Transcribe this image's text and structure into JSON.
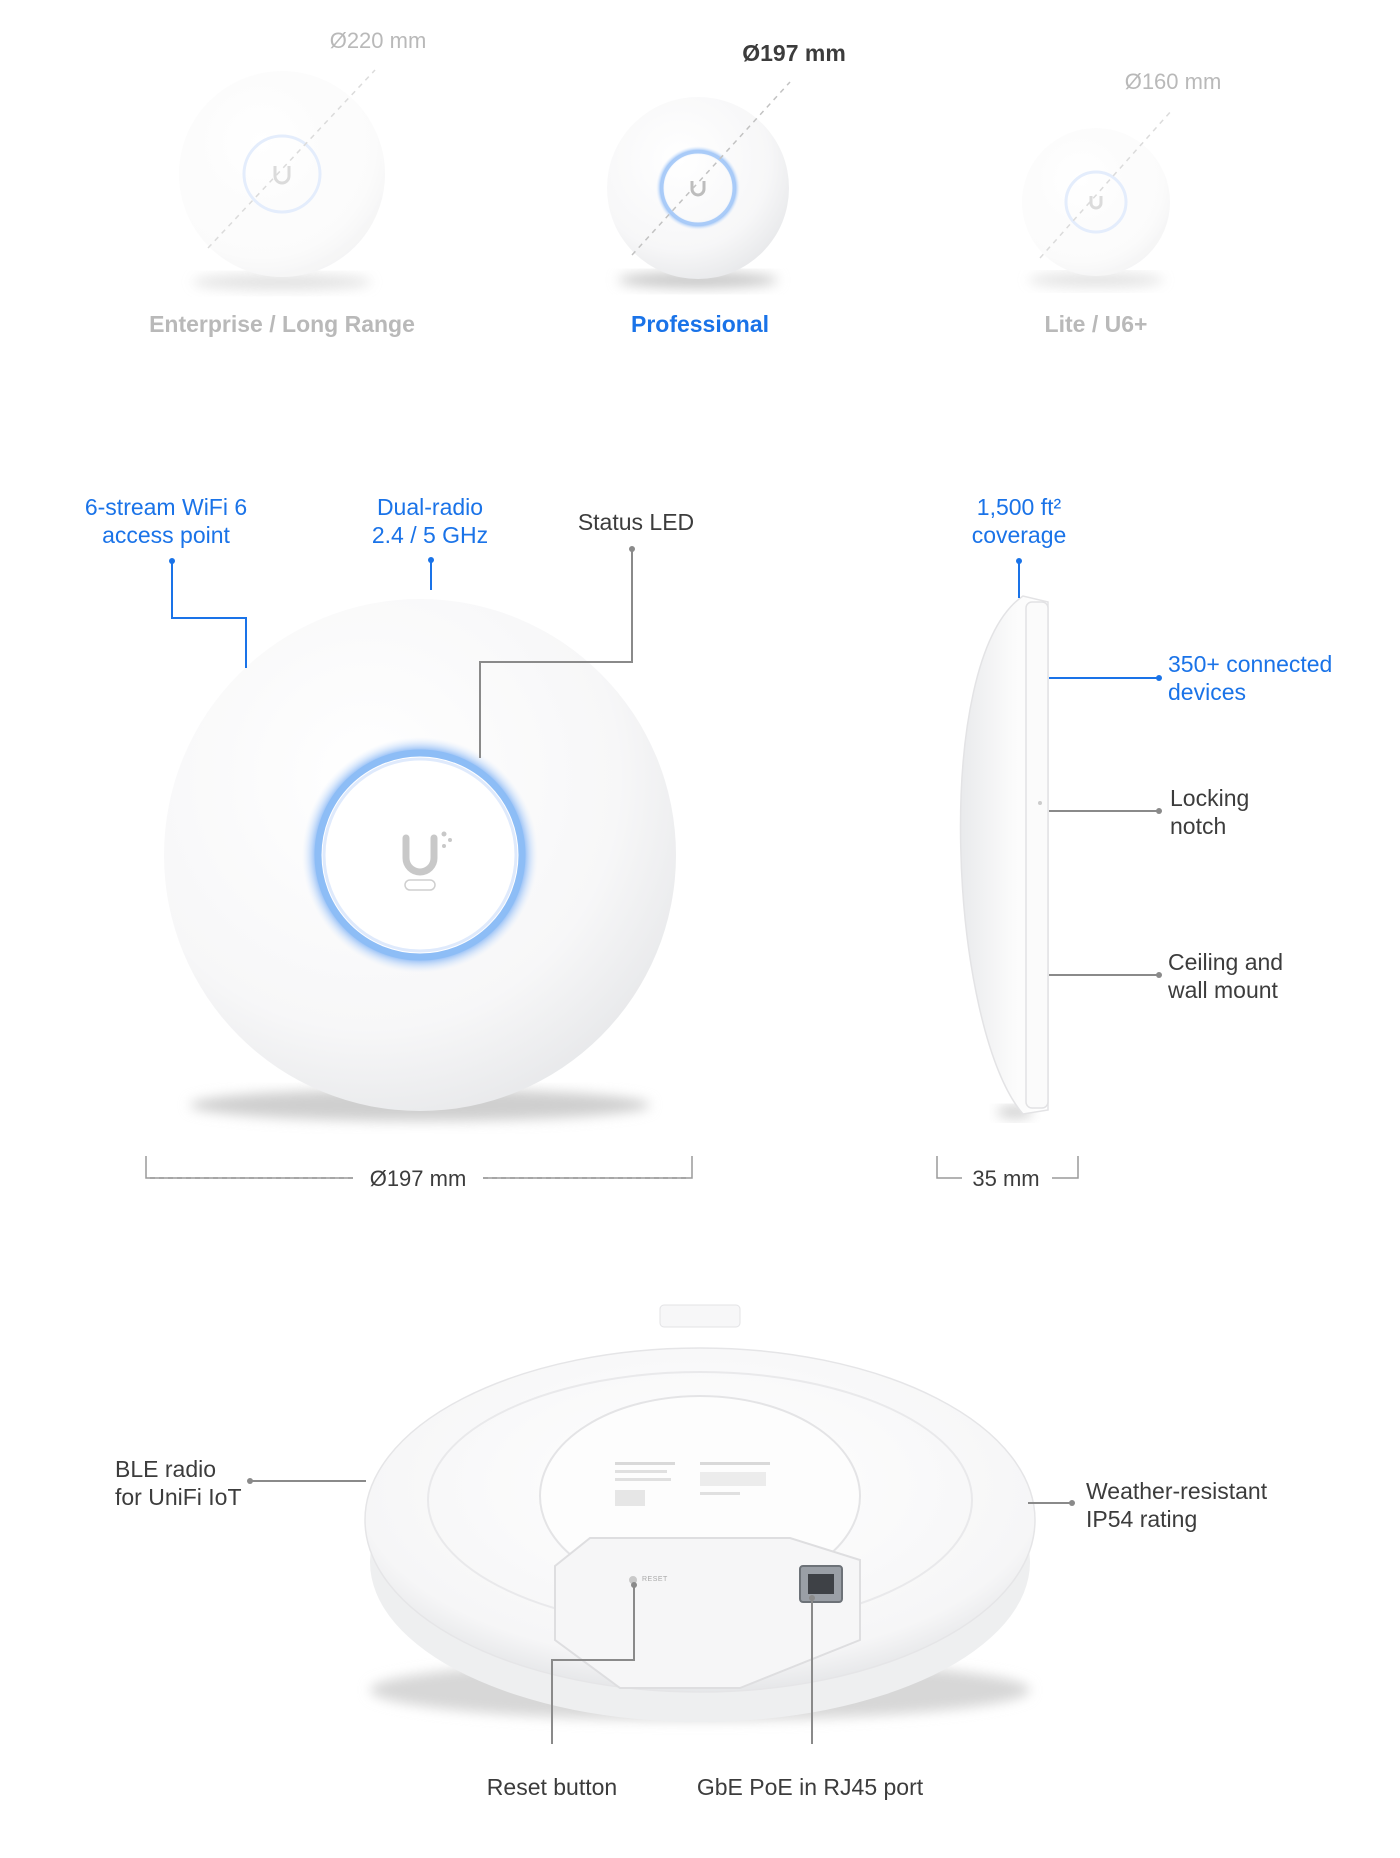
{
  "comparison": {
    "models": [
      {
        "name": "Enterprise / Long Range",
        "diameter": "Ø220 mm",
        "active": false
      },
      {
        "name": "Professional",
        "diameter": "Ø197 mm",
        "active": true
      },
      {
        "name": "Lite / U6+",
        "diameter": "Ø160 mm",
        "active": false
      }
    ]
  },
  "front_view": {
    "callouts": {
      "wifi": {
        "line1": "6-stream WiFi 6",
        "line2": "access point"
      },
      "radio": {
        "line1": "Dual-radio",
        "line2": "2.4 / 5 GHz"
      },
      "led": {
        "line1": "Status LED"
      }
    },
    "dimension": "Ø197 mm"
  },
  "side_view": {
    "callouts": {
      "coverage": {
        "line1": "1,500 ft²",
        "line2": "coverage"
      },
      "devices": {
        "line1": "350+ connected",
        "line2": "devices"
      },
      "notch": {
        "line1": "Locking",
        "line2": "notch"
      },
      "mount": {
        "line1": "Ceiling and",
        "line2": "wall mount"
      }
    },
    "dimension": "35 mm"
  },
  "back_view": {
    "callouts": {
      "ble": {
        "line1": "BLE radio",
        "line2": "for UniFi IoT"
      },
      "weather": {
        "line1": "Weather-resistant",
        "line2": "IP54 rating"
      },
      "reset": {
        "line1": "Reset button"
      },
      "port": {
        "line1": "GbE PoE in RJ45 port"
      }
    },
    "reset_marking": "RESET"
  },
  "colors": {
    "accent": "#1a73e8",
    "led_glow": "#7fb2f5",
    "text_dark": "#3c3c3c",
    "text_muted": "#b9b9b9",
    "leader_gray": "#8a8a8a"
  }
}
